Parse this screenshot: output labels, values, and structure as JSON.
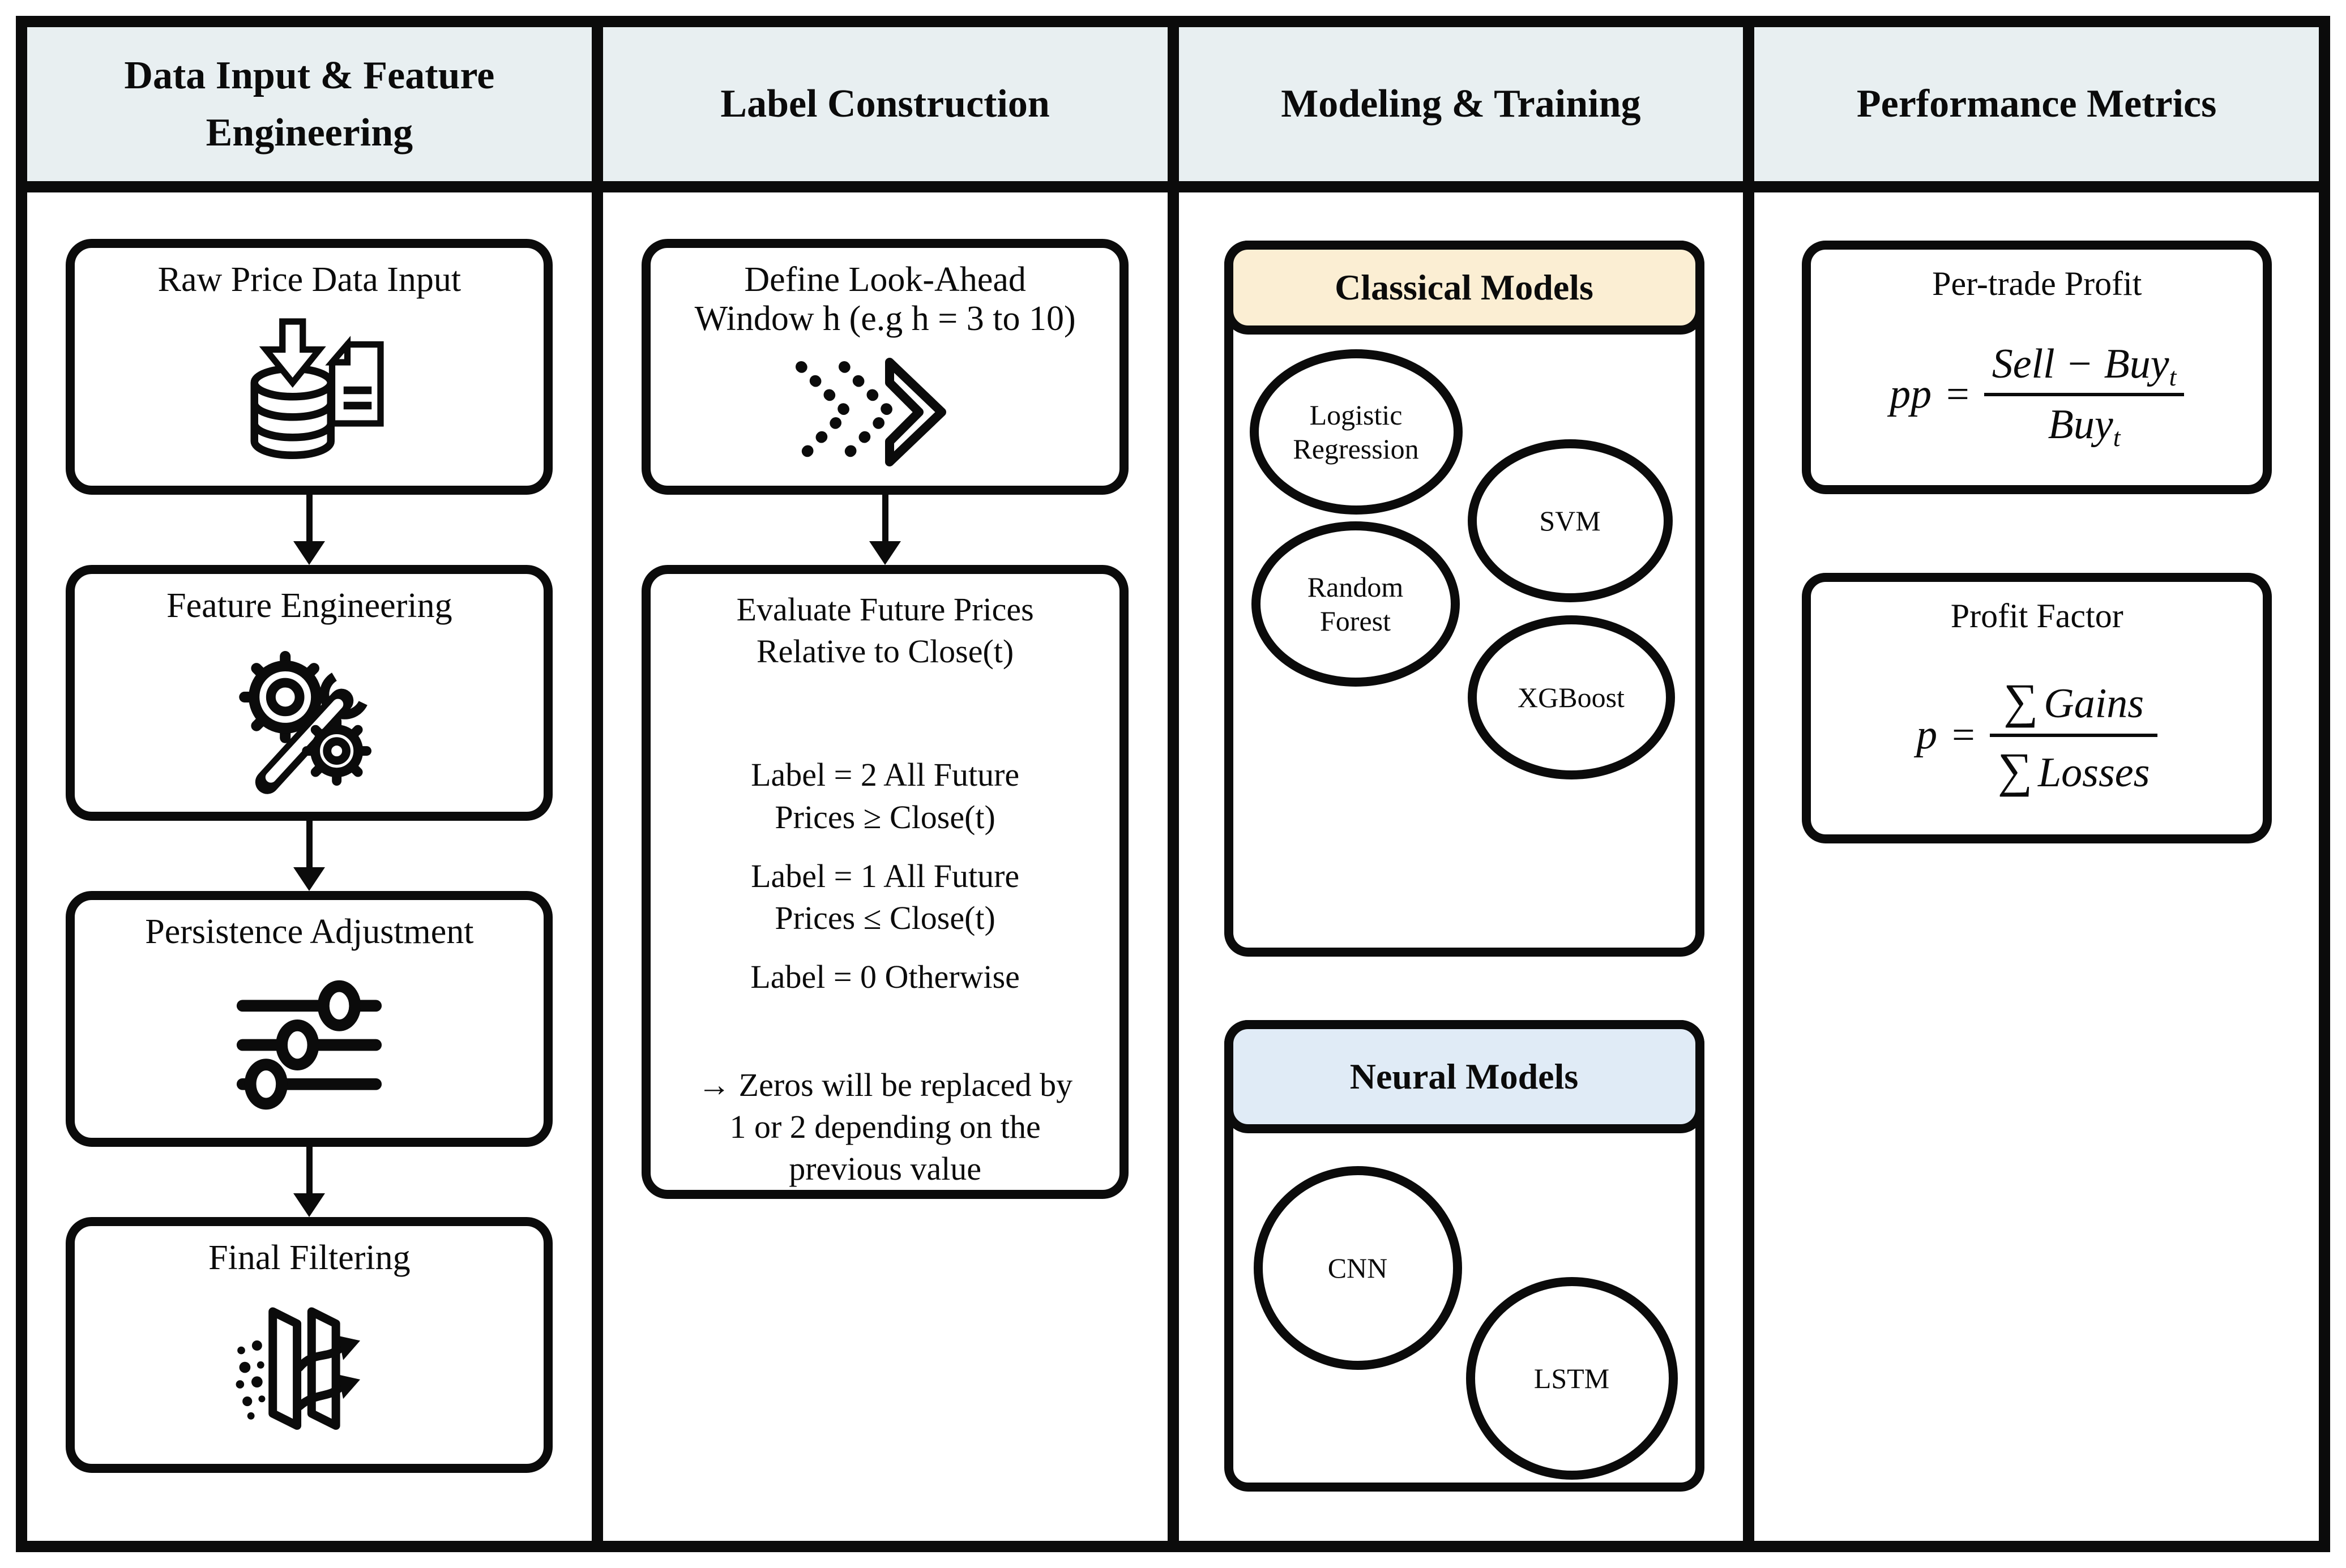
{
  "headers": [
    {
      "lines": [
        "Data Input & Feature",
        "Engineering"
      ]
    },
    {
      "lines": [
        "Label Construction",
        ""
      ]
    },
    {
      "lines": [
        "Modeling & Training",
        ""
      ]
    },
    {
      "lines": [
        "Performance Metrics",
        ""
      ]
    }
  ],
  "col1": {
    "boxes": [
      {
        "title": "Raw Price Data Input",
        "icon": "database-download-icon"
      },
      {
        "title": "Feature Engineering",
        "icon": "gears-wrench-icon"
      },
      {
        "title": "Persistence Adjustment",
        "icon": "sliders-icon"
      },
      {
        "title": "Final Filtering",
        "icon": "filter-icon"
      }
    ]
  },
  "col2": {
    "box1": {
      "line1": "Define Look-Ahead",
      "line2": "Window h (e.g h  = 3 to 10)",
      "icon": "fast-forward-icon"
    },
    "box2": {
      "heading_line1": "Evaluate Future Prices",
      "heading_line2": "Relative to Close(t)",
      "label2_line1": "Label = 2  All Future",
      "label2_line2": "Prices ≥ Close(t)",
      "label1_line1": "Label = 1 All Future",
      "label1_line2": "Prices ≤ Close(t)",
      "label0": "Label = 0 Otherwise",
      "note_line1": "→ Zeros will be replaced by",
      "note_line2": "1 or 2 depending on the",
      "note_line3": "previous value"
    }
  },
  "col3": {
    "classical": {
      "title": "Classical Models",
      "models": [
        "Logistic Regression",
        "SVM",
        "Random Forest",
        "XGBoost"
      ]
    },
    "neural": {
      "title": "Neural Models",
      "models": [
        "CNN",
        "LSTM"
      ]
    }
  },
  "col4": {
    "box1": {
      "title": "Per-trade Profit",
      "formula": {
        "lhs": "pp",
        "eq": "=",
        "num_main": "Sell − Buy",
        "num_sub": "t",
        "den_main": "Buy",
        "den_sub": "t"
      }
    },
    "box2": {
      "title": "Profit Factor",
      "formula": {
        "lhs": "p",
        "eq": "=",
        "num_sum": "∑",
        "num_word": "Gains",
        "den_sum": "∑",
        "den_word": "Losses"
      }
    }
  },
  "colors": {
    "column_header_bg": "#e8eff1",
    "classical_header_bg": "#fbeed3",
    "neural_header_bg": "#e0ebf6",
    "line_color": "#0b0b0b"
  }
}
